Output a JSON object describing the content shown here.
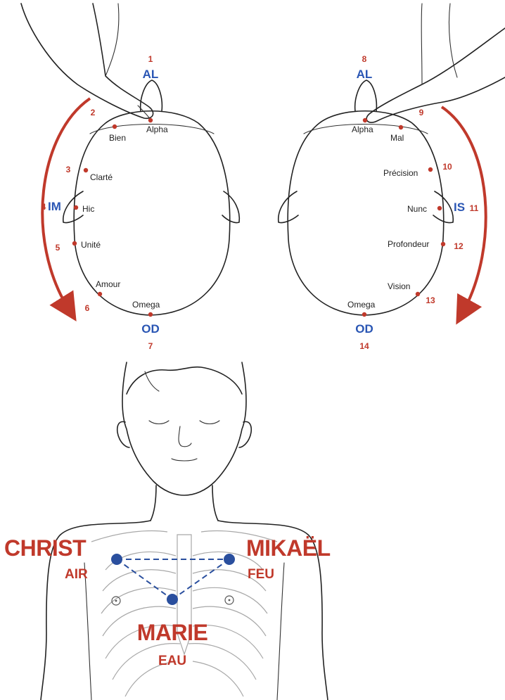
{
  "colors": {
    "red": "#c0392b",
    "blue": "#2a56b4",
    "dark_blue": "#2a4f9e",
    "ink": "#222222"
  },
  "left_head": {
    "top_number": "1",
    "top_code": "AL",
    "bottom_code": "OD",
    "bottom_number": "7",
    "side_code": "IM",
    "points": [
      {
        "number": "2",
        "label": "Bien"
      },
      {
        "number": "",
        "label": "Alpha"
      },
      {
        "number": "3",
        "label": "Clarté"
      },
      {
        "number": "4",
        "label": "Hic"
      },
      {
        "number": "5",
        "label": "Unité"
      },
      {
        "number": "6",
        "label": "Amour"
      },
      {
        "number": "",
        "label": "Omega"
      }
    ]
  },
  "right_head": {
    "top_number": "8",
    "top_code": "AL",
    "bottom_code": "OD",
    "bottom_number": "14",
    "side_code": "IS",
    "points": [
      {
        "number": "",
        "label": "Alpha"
      },
      {
        "number": "9",
        "label": "Mal"
      },
      {
        "number": "10",
        "label": "Précision"
      },
      {
        "number": "11",
        "label": "Nunc"
      },
      {
        "number": "12",
        "label": "Profondeur"
      },
      {
        "number": "13",
        "label": "Vision"
      },
      {
        "number": "",
        "label": "Omega"
      }
    ]
  },
  "torso": {
    "left": {
      "name": "CHRIST",
      "element": "AIR"
    },
    "right": {
      "name": "MIKAËL",
      "element": "FEU"
    },
    "bottom": {
      "name": "MARIE",
      "element": "EAU"
    }
  }
}
